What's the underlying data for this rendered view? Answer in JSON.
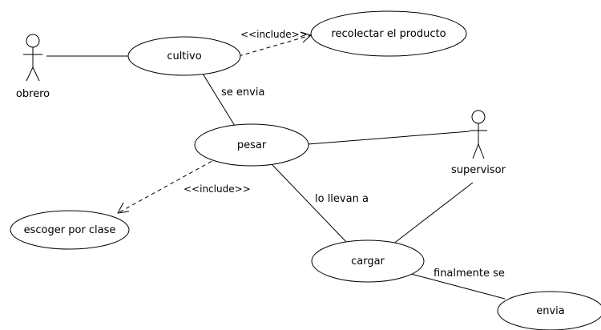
{
  "diagram": {
    "type": "use-case",
    "actors": [
      {
        "id": "obrero",
        "label": "obrero"
      },
      {
        "id": "supervisor",
        "label": "supervisor"
      }
    ],
    "use_cases": [
      {
        "id": "cultivo",
        "label": "cultivo"
      },
      {
        "id": "recolectar",
        "label": "recolectar el producto"
      },
      {
        "id": "pesar",
        "label": "pesar"
      },
      {
        "id": "escoger",
        "label": "escoger por clase"
      },
      {
        "id": "cargar",
        "label": "cargar"
      },
      {
        "id": "envia",
        "label": "envia"
      }
    ],
    "relations": [
      {
        "id": "r1",
        "from": "obrero",
        "to": "cultivo",
        "kind": "association",
        "label": ""
      },
      {
        "id": "r2",
        "from": "cultivo",
        "to": "recolectar",
        "kind": "include",
        "label": "<<include>>"
      },
      {
        "id": "r3",
        "from": "cultivo",
        "to": "pesar",
        "kind": "association",
        "label": "se envia"
      },
      {
        "id": "r4",
        "from": "pesar",
        "to": "supervisor",
        "kind": "association",
        "label": ""
      },
      {
        "id": "r5",
        "from": "pesar",
        "to": "escoger",
        "kind": "include",
        "label": "<<include>>"
      },
      {
        "id": "r6",
        "from": "pesar",
        "to": "cargar",
        "kind": "association",
        "label": "lo llevan a"
      },
      {
        "id": "r7",
        "from": "supervisor",
        "to": "cargar",
        "kind": "association",
        "label": ""
      },
      {
        "id": "r8",
        "from": "cargar",
        "to": "envia",
        "kind": "association",
        "label": "finalmente se"
      }
    ]
  }
}
